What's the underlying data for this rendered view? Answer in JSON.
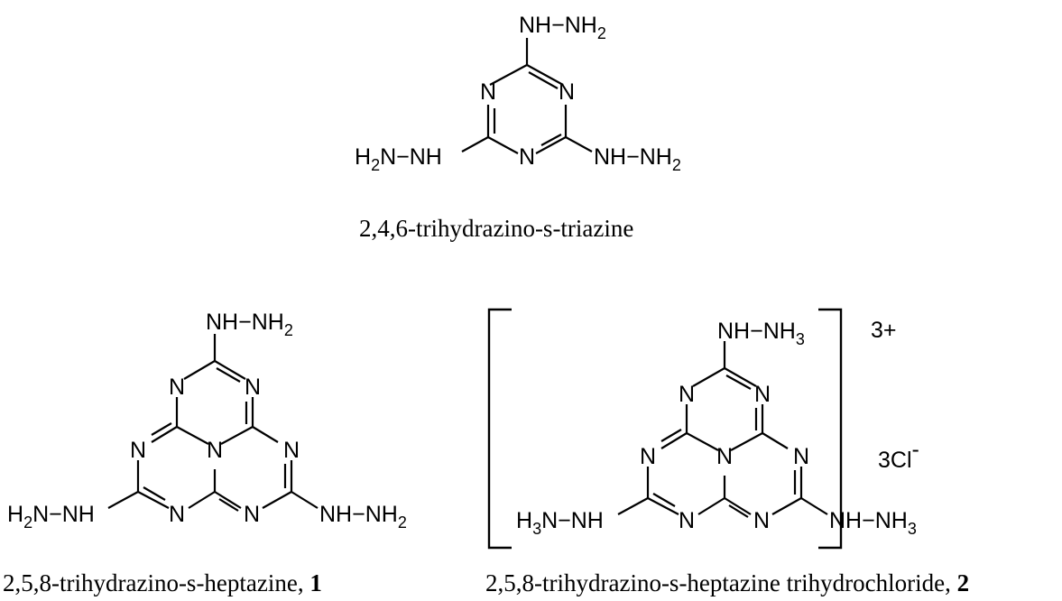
{
  "captions": {
    "triazine": "2,4,6-trihydrazino-s-triazine",
    "heptazine_prefix": "2,5,8-trihydrazino-s-heptazine, ",
    "heptazine_num": "1",
    "salt_prefix": "2,5,8-trihydrazino-s-heptazine trihydrochloride, ",
    "salt_num": "2"
  },
  "labels": {
    "hydrazino_top": "NH−NH",
    "hydrazino_right": "NH−NH",
    "hydrazino_left": "H",
    "hydrazino_left_tail": "N−NH",
    "ammonium_right": "NH−NH",
    "ammonium_left": "H",
    "ammonium_left_tail": "N−NH",
    "sub_2": "2",
    "sub_3": "3",
    "ring_n": "N",
    "charge": "3+",
    "counter_ion": "3Cl",
    "counter_ion_sup": "-"
  }
}
